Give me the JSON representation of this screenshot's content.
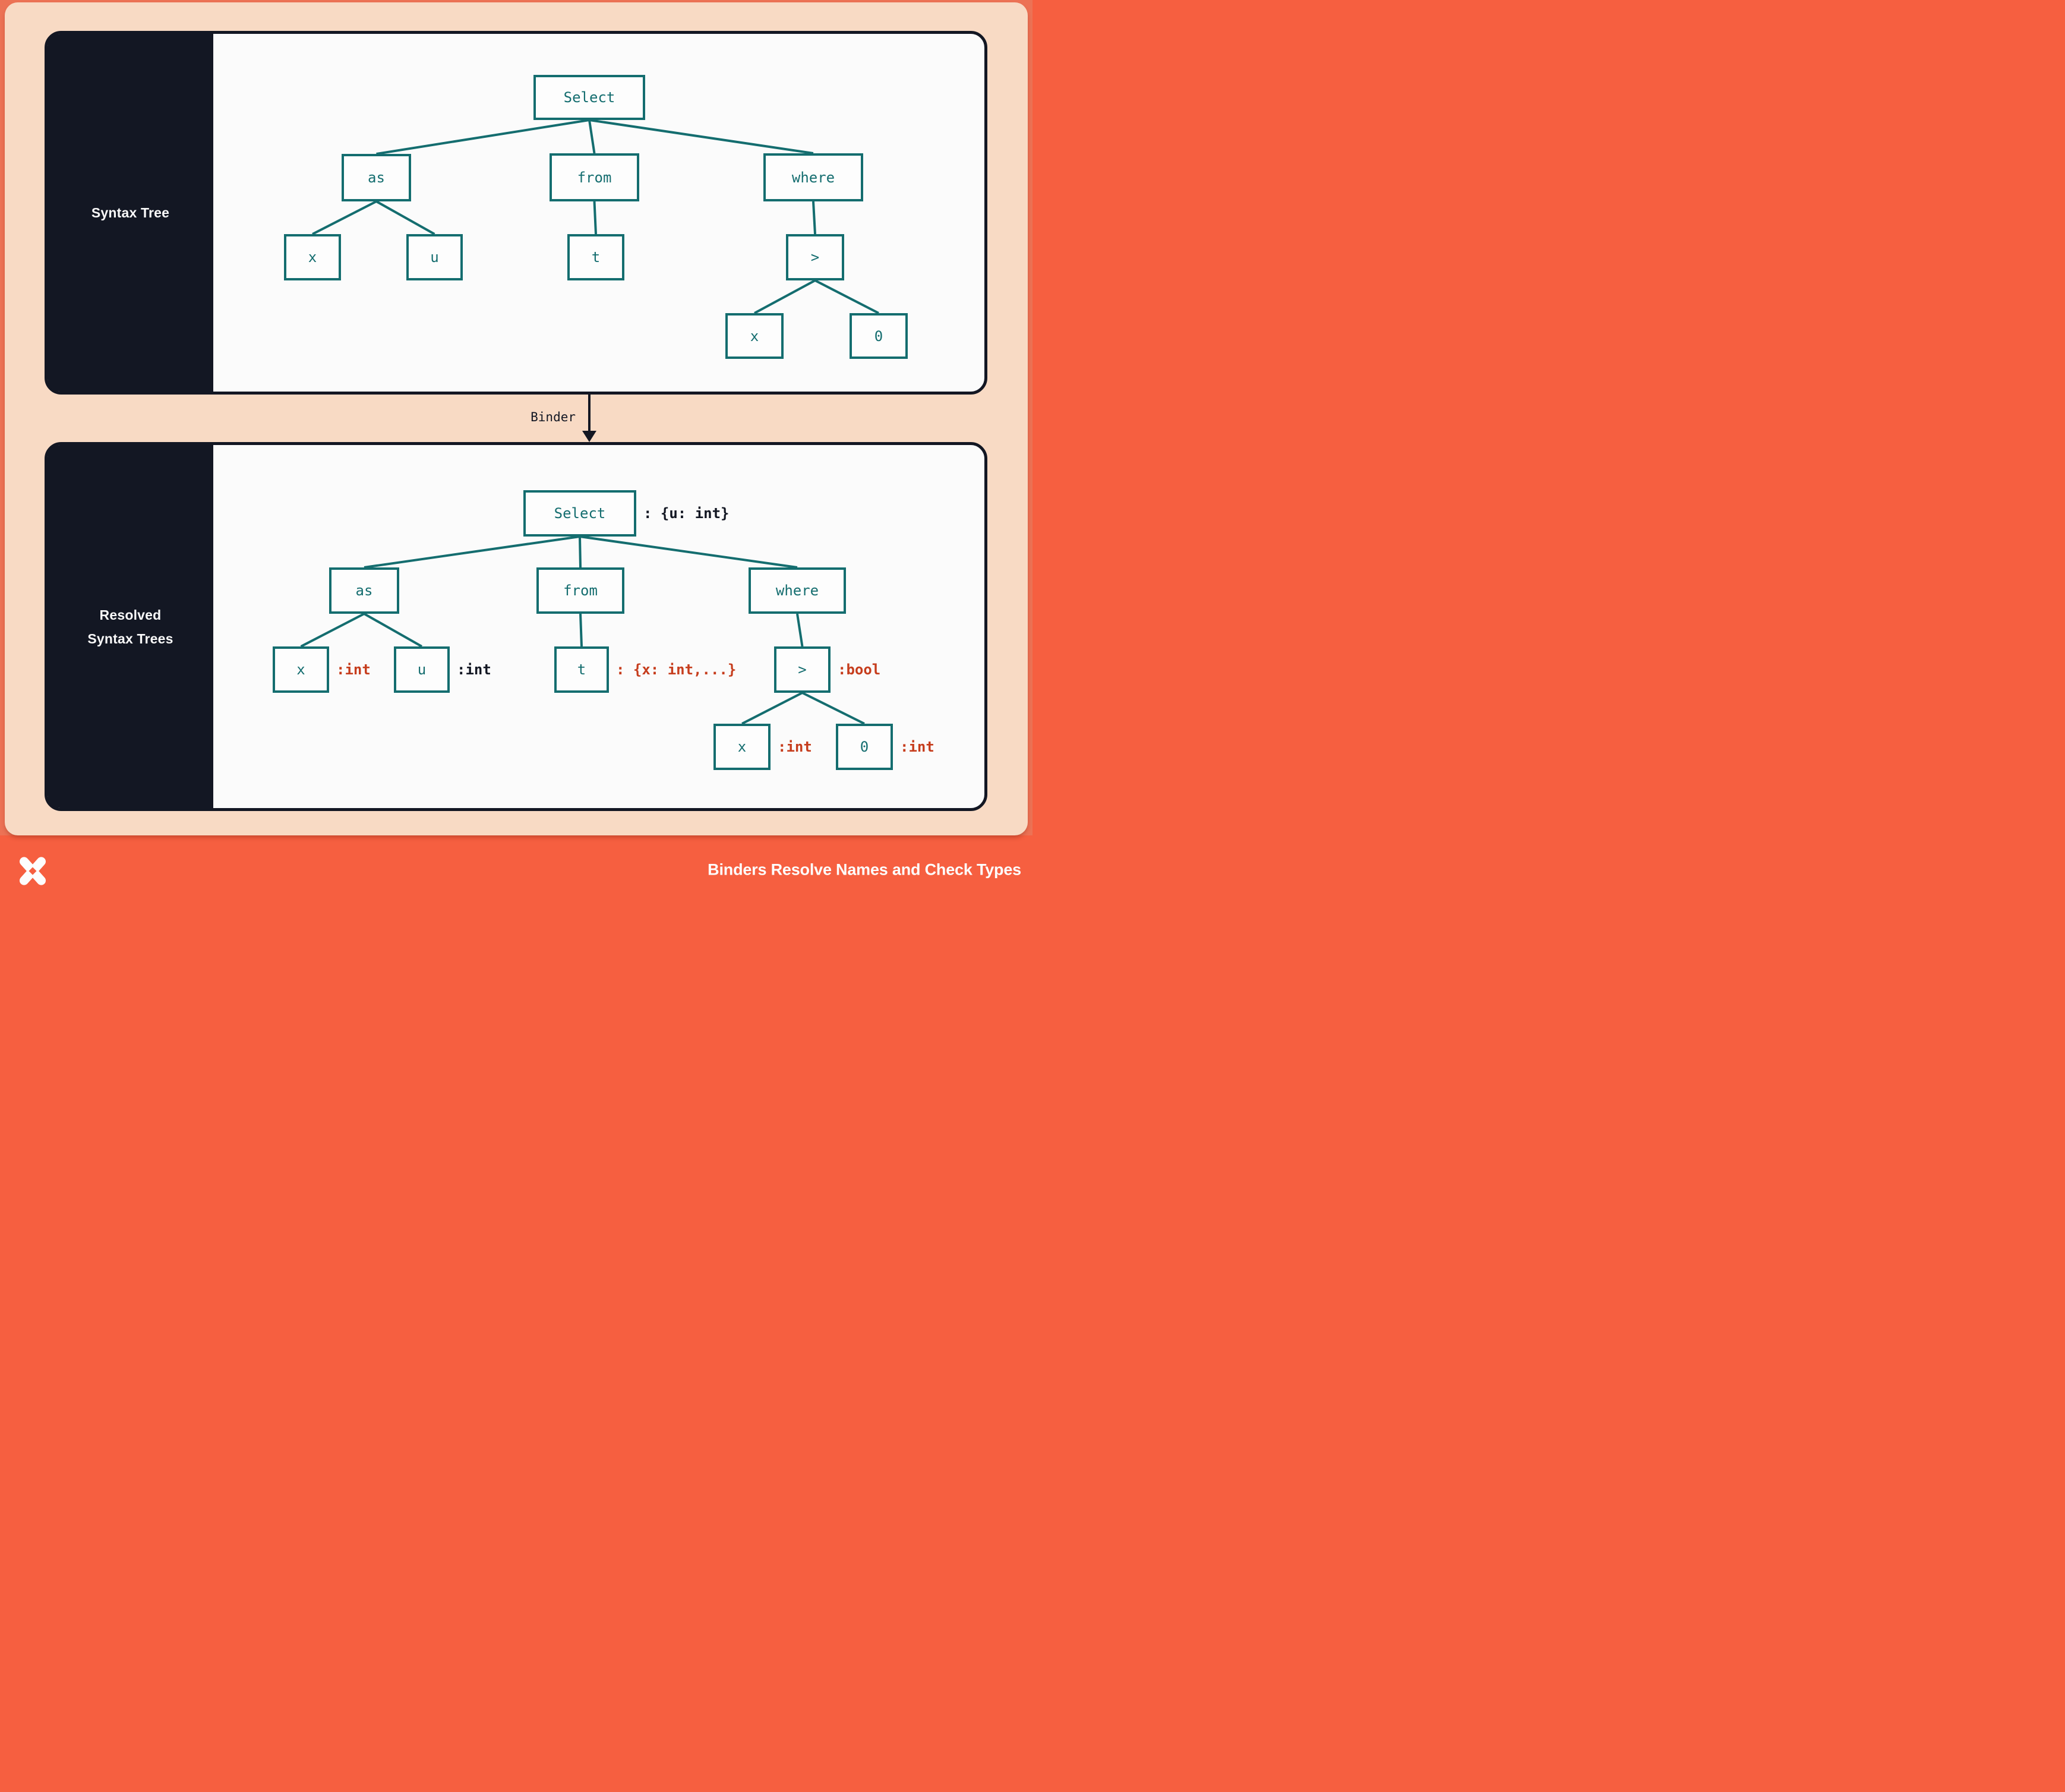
{
  "colors": {
    "coral_footer": "#F65F40",
    "coral_border": "#EC7255",
    "peach": "#F8DAC4",
    "navy": "#131723",
    "teal": "#146D6F",
    "red": "#C63D1D",
    "content_bg": "#FBFBFB",
    "white": "#FDFDFD"
  },
  "panels": [
    {
      "id": "syntax-tree",
      "sidebar_lines": [
        "Syntax Tree"
      ],
      "nodes": [
        {
          "id": "select",
          "label": "Select"
        },
        {
          "id": "as",
          "label": "as",
          "parent": "select"
        },
        {
          "id": "from",
          "label": "from",
          "parent": "select"
        },
        {
          "id": "where",
          "label": "where",
          "parent": "select"
        },
        {
          "id": "x1",
          "label": "x",
          "parent": "as"
        },
        {
          "id": "u",
          "label": "u",
          "parent": "as"
        },
        {
          "id": "t",
          "label": "t",
          "parent": "from"
        },
        {
          "id": "gt",
          "label": ">",
          "parent": "where"
        },
        {
          "id": "x2",
          "label": "x",
          "parent": "gt"
        },
        {
          "id": "zero",
          "label": "0",
          "parent": "gt"
        }
      ]
    },
    {
      "id": "resolved-syntax-trees",
      "sidebar_lines": [
        "Resolved",
        "Syntax Trees"
      ],
      "nodes": [
        {
          "id": "select",
          "label": "Select",
          "annotation": ": {u: int}",
          "annotation_color": "navy"
        },
        {
          "id": "as",
          "label": "as",
          "parent": "select"
        },
        {
          "id": "from",
          "label": "from",
          "parent": "select"
        },
        {
          "id": "where",
          "label": "where",
          "parent": "select"
        },
        {
          "id": "x1",
          "label": "x",
          "parent": "as",
          "annotation": ":int",
          "annotation_color": "red"
        },
        {
          "id": "u",
          "label": "u",
          "parent": "as",
          "annotation": ":int",
          "annotation_color": "navy"
        },
        {
          "id": "t",
          "label": "t",
          "parent": "from",
          "annotation": ": {x: int,...}",
          "annotation_color": "red"
        },
        {
          "id": "gt",
          "label": ">",
          "parent": "where",
          "annotation": ":bool",
          "annotation_color": "red"
        },
        {
          "id": "x2",
          "label": "x",
          "parent": "gt",
          "annotation": ":int",
          "annotation_color": "red"
        },
        {
          "id": "zero",
          "label": "0",
          "parent": "gt",
          "annotation": ":int",
          "annotation_color": "red"
        }
      ]
    }
  ],
  "binder": {
    "label": "Binder",
    "arrow_icon": "down-arrow-icon"
  },
  "footer": {
    "title": "Binders Resolve Names and Check Types",
    "logo": "pinwheel-star-logo"
  }
}
